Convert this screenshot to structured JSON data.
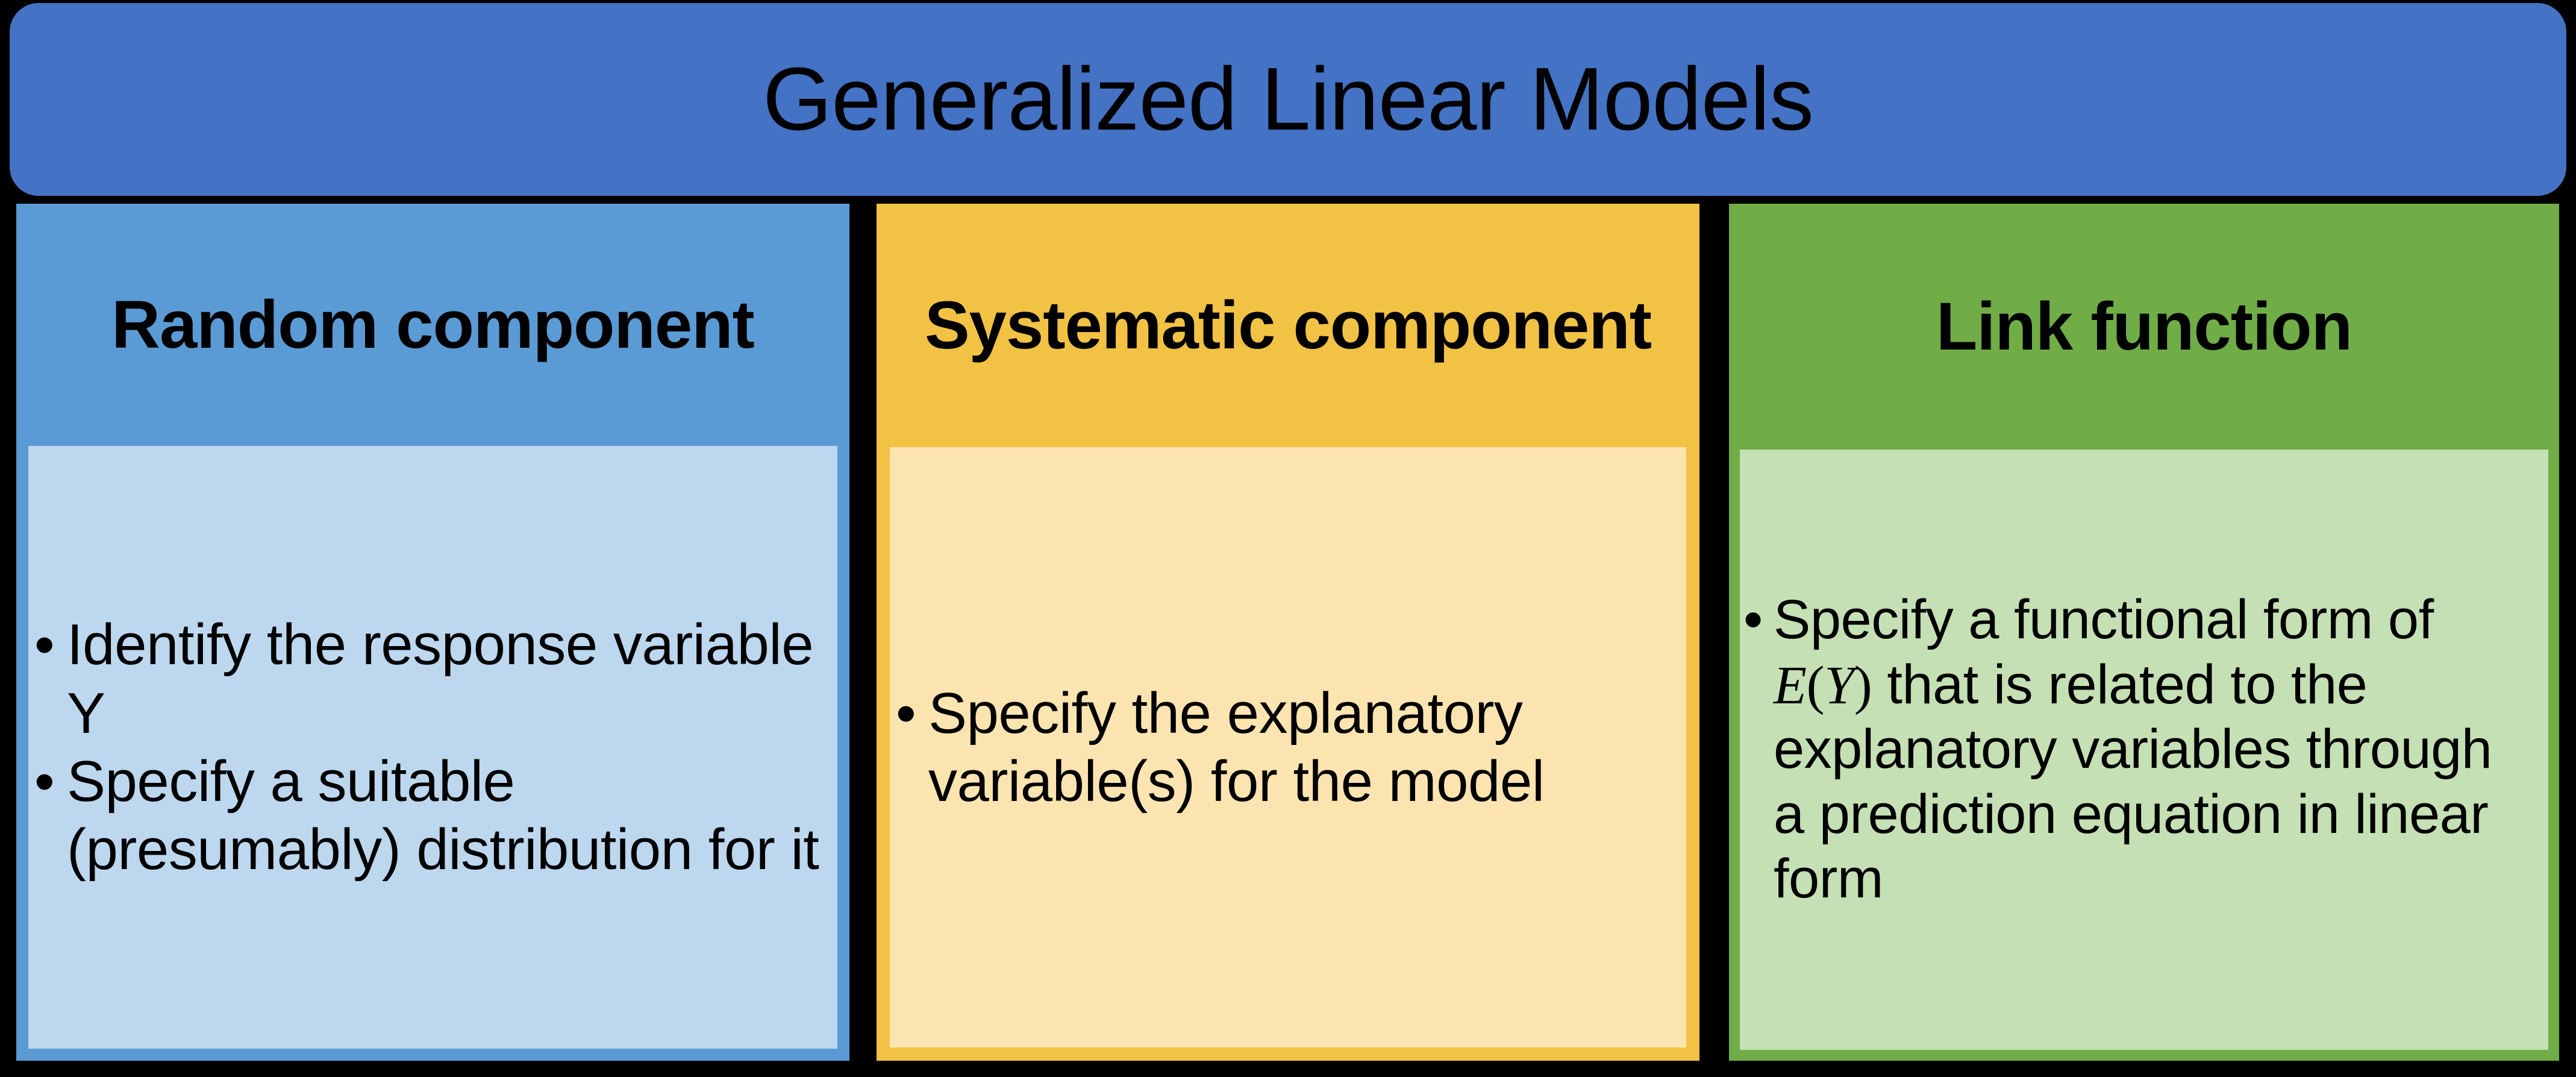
{
  "title": {
    "text": "Generalized Linear Models",
    "background_color": "#4472C4",
    "text_color": "#000000"
  },
  "columns": [
    {
      "id": "random-component",
      "header": "Random component",
      "header_color": "#5B9BD5",
      "body_color": "#BDD7EE",
      "bullet_char": "•",
      "bullets": [
        "Identify the response variable Y",
        "Specify a suitable (presumably) distribution for it"
      ]
    },
    {
      "id": "systematic-component",
      "header": "Systematic component",
      "header_color": "#F2C244",
      "body_color": "#FCE4B0",
      "bullet_char": "•",
      "bullets": [
        "Specify the explanatory variable(s) for the model"
      ]
    },
    {
      "id": "link-function",
      "header": "Link function",
      "header_color": "#70AD47",
      "body_color": "#C5E0B4",
      "bullet_char": "•",
      "bullets": [
        {
          "prefix": "Specify a functional form of ",
          "math": "E(Y)",
          "math_variable_1": "E",
          "math_variable_2": "Y",
          "suffix": " that is related to the explanatory variables through a prediction equation in linear form"
        }
      ]
    }
  ],
  "background_color": "#000000"
}
